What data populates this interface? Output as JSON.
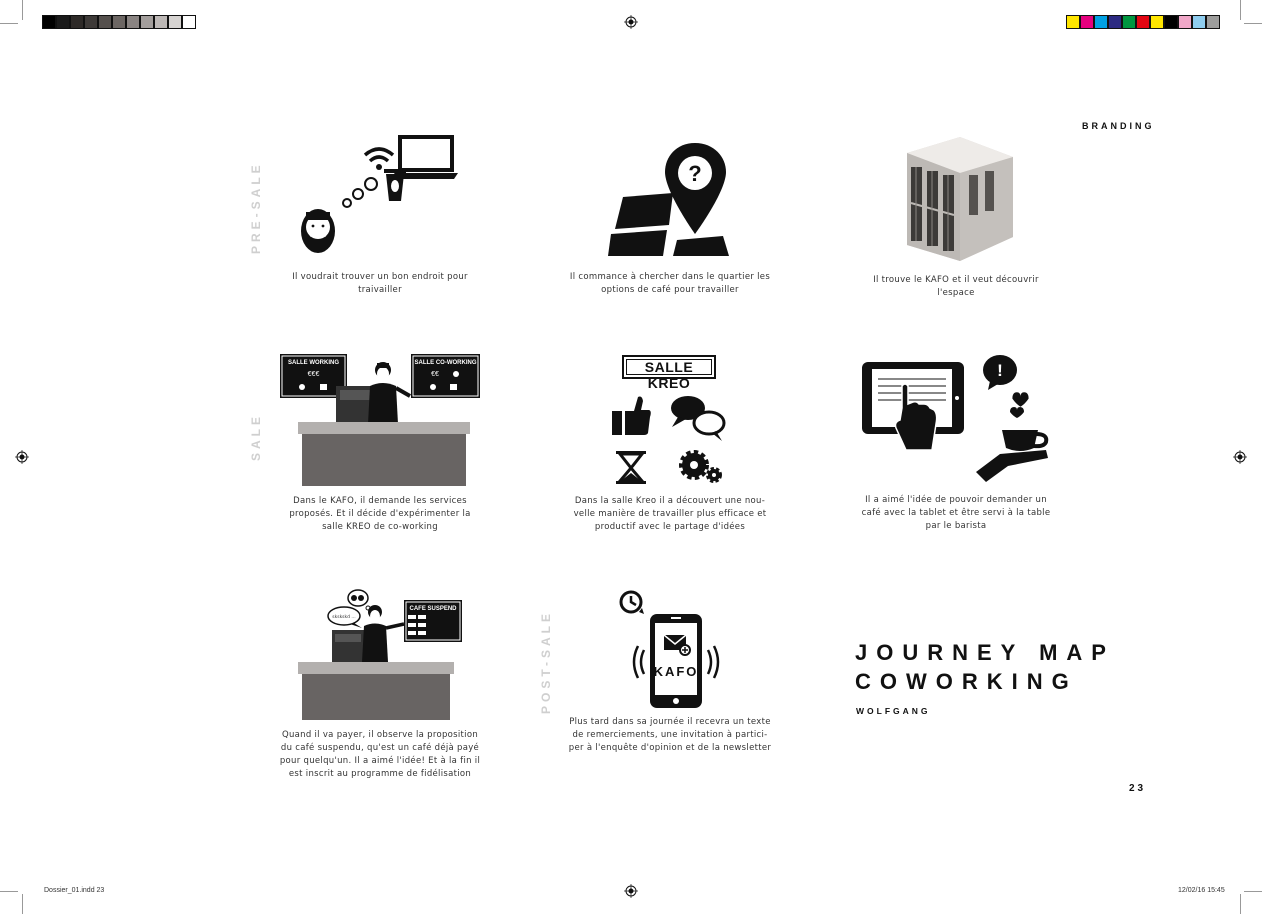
{
  "colors": {
    "gray_bar": [
      "#000000",
      "#1a1a1a",
      "#2e2a28",
      "#3e3a38",
      "#55504d",
      "#6c6663",
      "#8a8482",
      "#a39e9c",
      "#bdb8b6",
      "#d6d3d1",
      "#ffffff"
    ],
    "color_bar": [
      "#ffe500",
      "#e5007e",
      "#00a0e3",
      "#2c2a82",
      "#009640",
      "#e30613",
      "#ffe500",
      "#000000",
      "#f0a7c8",
      "#8fcdef",
      "#9d9d9c"
    ],
    "stage_label": "#cfcfcf",
    "ink": "#111111",
    "counter": "#686463"
  },
  "header": {
    "section": "BRANDING"
  },
  "stages": {
    "pre_sale": "PRE-SALE",
    "sale": "SALE",
    "post_sale": "POST-SALE"
  },
  "steps": {
    "s1": {
      "icon": "thinking-man-wifi-laptop-coffee-icon",
      "lines": [
        "Il voudrait trouver un bon endroit pour",
        "traivailler"
      ]
    },
    "s2": {
      "icon": "map-pin-question-icon",
      "marker_text": "?",
      "lines": [
        "Il commance à chercher dans le quartier les",
        "options de café pour travailler"
      ]
    },
    "s3": {
      "icon": "building-icon",
      "lines": [
        "Il trouve le KAFO et il veut découvrir",
        "l'espace"
      ]
    },
    "s4": {
      "icon": "barista-counter-icon",
      "board_left": "SALLE WORKING",
      "board_left_price": "€€€",
      "board_right": "SALLE CO-WORKING",
      "board_right_price": "€€",
      "lines": [
        "Dans le KAFO, il demande les services",
        "proposés. Et il décide d'expérimenter la",
        "salle KREO de co-working"
      ]
    },
    "s5": {
      "icon": "salle-kreo-icons",
      "sign": "SALLE KREO",
      "lines": [
        "Dans la salle Kreo il a découvert une nou-",
        "velle manière de travailler plus efficace et",
        "productif avec le partage d'idées"
      ]
    },
    "s6": {
      "icon": "tablet-order-coffee-icon",
      "alert_text": "!",
      "lines": [
        "Il a aimé l'idée de pouvoir demander un",
        "café avec la tablet et être servi à la table",
        "par le barista"
      ]
    },
    "s7": {
      "icon": "cafe-suspendu-counter-icon",
      "board": "CAFE SUSPEND",
      "bubble": "skskskd ...",
      "lines": [
        "Quand il va payer, il observe la proposition",
        "du café suspendu, qu'est un café déjà payé",
        "pour quelqu'un. Il a aimé l'idée! Et à la fin il",
        "est inscrit au programme de fidélisation"
      ]
    },
    "s8": {
      "icon": "phone-newsletter-icon",
      "phone_text": "KAFO",
      "lines": [
        "Plus tard dans sa journée il recevra un texte",
        "de remerciements, une invitation à partici-",
        "per à l'enquête d'opinion et de la newsletter"
      ]
    }
  },
  "title": {
    "line1": "JOURNEY MAP",
    "line2": "COWORKING",
    "author": "WOLFGANG"
  },
  "page_number": "23",
  "slug": {
    "file": "Dossier_01.indd   23",
    "date": "12/02/16   15:45"
  }
}
